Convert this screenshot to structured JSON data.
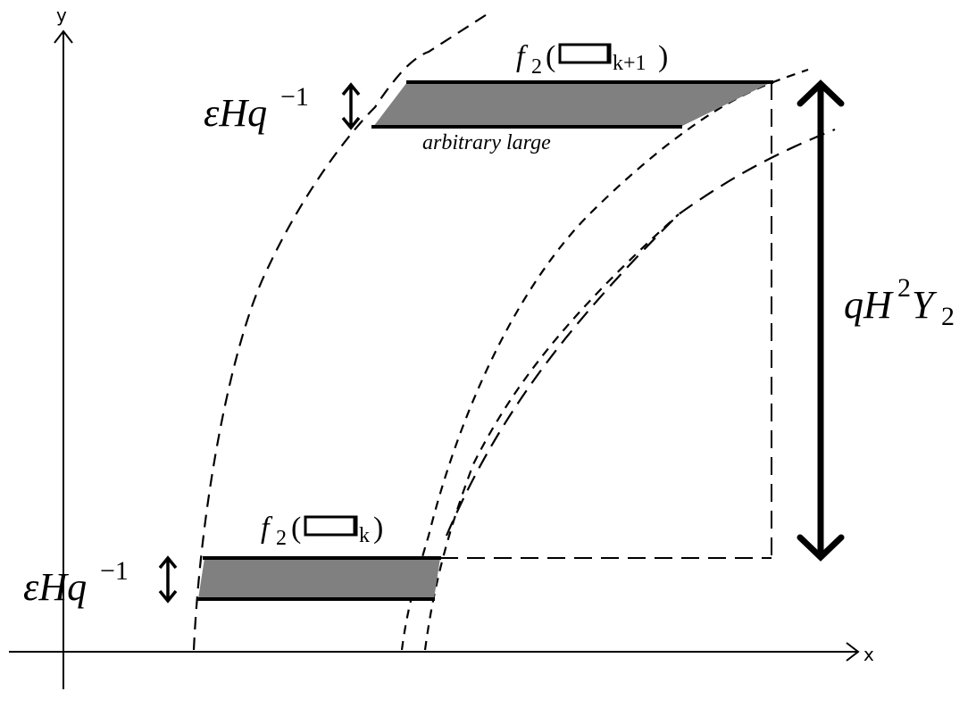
{
  "axes": {
    "x_label": "x",
    "y_label": "y"
  },
  "labels": {
    "f2_sym": "f",
    "f2_sub": "2",
    "open_paren": "(",
    "close_paren": ")",
    "sub_k": "k",
    "sub_k_plus_1": "k+1",
    "eps_H": "εHq",
    "eps_exp": "−1",
    "qH": "qH",
    "qH_exp": "2",
    "Y": "Y",
    "Y_sub": "2",
    "caption": "arbitrary large"
  },
  "colors": {
    "ink": "#000000",
    "band_fill": "#808080",
    "background": "#ffffff"
  }
}
